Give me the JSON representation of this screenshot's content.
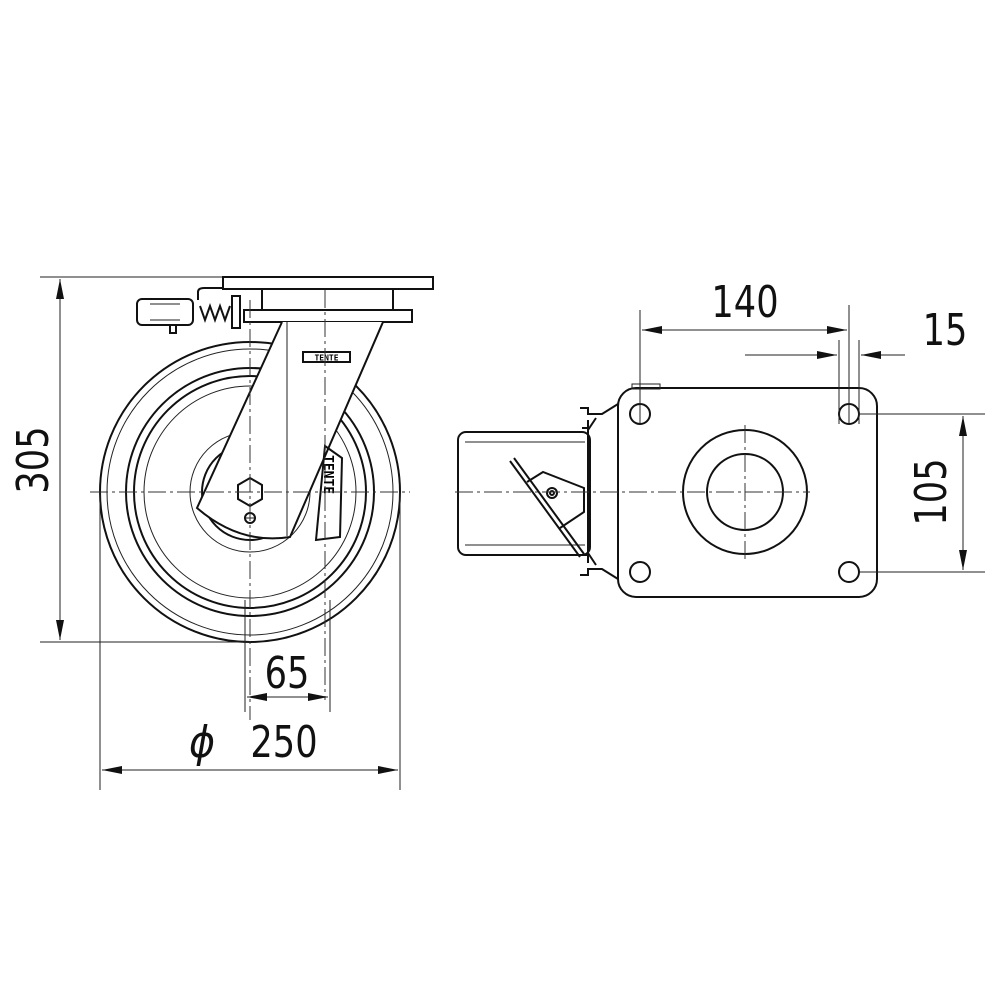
{
  "drawing": {
    "brand_marking": "TENTE",
    "dimensions": {
      "overall_height": "305",
      "offset": "65",
      "wheel_diameter_symbol": "ϕ",
      "wheel_diameter": "250",
      "hole_spacing_long": "140",
      "hole_diameter": "15",
      "hole_spacing_short": "105"
    },
    "line_color": "#111111"
  }
}
